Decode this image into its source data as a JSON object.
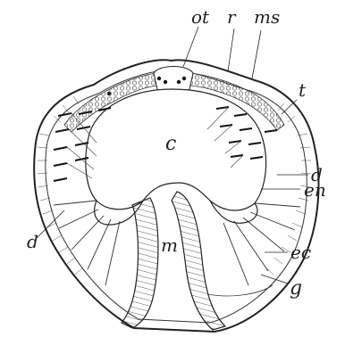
{
  "figure": {
    "background": "#ffffff",
    "ink": "#222222",
    "labels": {
      "ot": "ot",
      "r": "r",
      "ms": "ms",
      "t": "t",
      "c": "c",
      "d_right": "d",
      "en": "en",
      "d_left": "d",
      "m": "m",
      "ec": "ec",
      "g": "g"
    }
  }
}
